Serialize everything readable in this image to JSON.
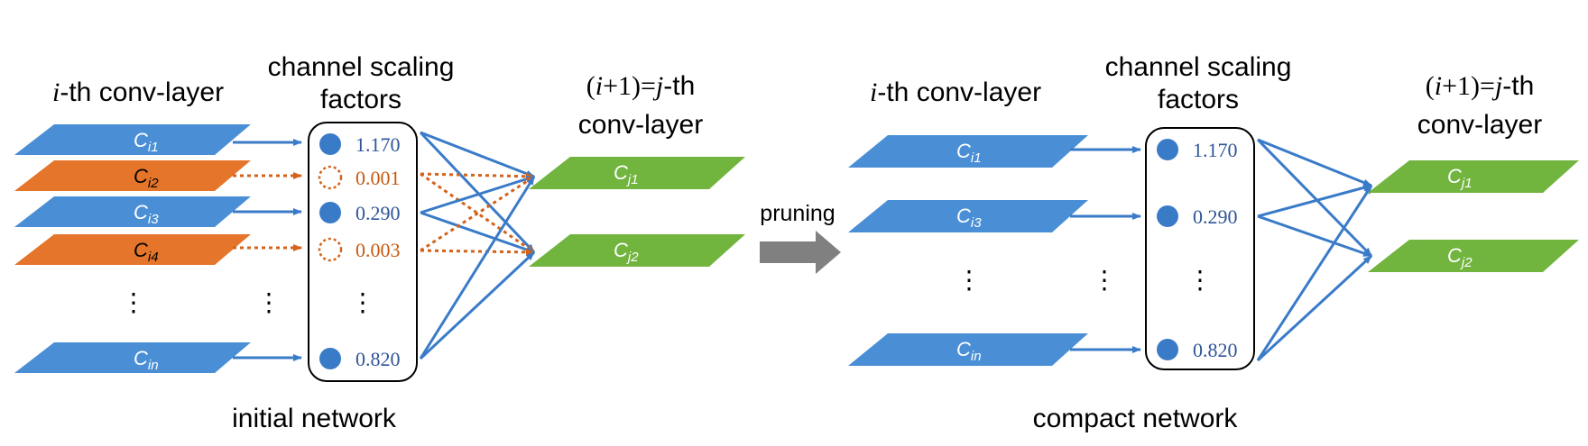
{
  "colors": {
    "blue": "#3a7bc8",
    "blue_fill": "#4a8fd6",
    "orange": "#d4621a",
    "orange_fill": "#e5752a",
    "green": "#6aaa3a",
    "green_fill": "#71b43e",
    "arrow_grey": "#808080",
    "scale_blue": "#2f5597",
    "scale_orange": "#c55a11"
  },
  "left": {
    "header_input_italic": "i",
    "header_input_rest": "-th conv-layer",
    "header_scaling_line1": "channel scaling",
    "header_scaling_line2": "factors",
    "header_output_prefix": "(",
    "header_output_i": "i",
    "header_output_mid": "+1)=",
    "header_output_j": "j",
    "header_output_suffix": "-th",
    "header_output_line2": "conv-layer",
    "footer": "initial network",
    "input_layers": [
      {
        "sub": "i1",
        "kept": true
      },
      {
        "sub": "i2",
        "kept": false
      },
      {
        "sub": "i3",
        "kept": true
      },
      {
        "sub": "i4",
        "kept": false
      },
      {
        "sub": "in",
        "kept": true
      }
    ],
    "factors": [
      "1.170",
      "0.001",
      "0.290",
      "0.003",
      "0.820"
    ],
    "output_layers": [
      {
        "sub": "j1"
      },
      {
        "sub": "j2"
      }
    ],
    "ellipsis": "⋮"
  },
  "arrow_label": "pruning",
  "right": {
    "header_input_italic": "i",
    "header_input_rest": "-th conv-layer",
    "header_scaling_line1": "channel scaling",
    "header_scaling_line2": "factors",
    "header_output_prefix": "(",
    "header_output_i": "i",
    "header_output_mid": "+1)=",
    "header_output_j": "j",
    "header_output_suffix": "-th",
    "header_output_line2": "conv-layer",
    "footer": "compact network",
    "input_layers": [
      {
        "sub": "i1"
      },
      {
        "sub": "i3"
      },
      {
        "sub": "in"
      }
    ],
    "factors": [
      "1.170",
      "0.290",
      "0.820"
    ],
    "output_layers": [
      {
        "sub": "j1"
      },
      {
        "sub": "j2"
      }
    ],
    "ellipsis": "⋮"
  },
  "layer_letter": "C"
}
